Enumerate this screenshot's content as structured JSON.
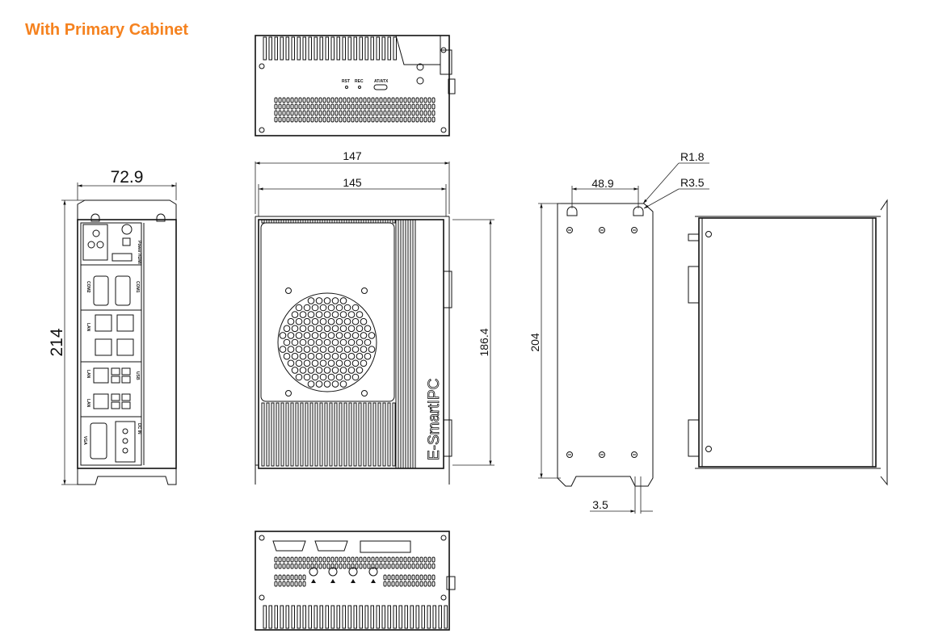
{
  "heading": "With Primary Cabinet",
  "colors": {
    "heading": "#f5821f",
    "line": "#111111"
  },
  "brand_text": "E-SmartIPC",
  "dimensions": {
    "d_147": "147",
    "d_145": "145",
    "d_186_4": "186.4",
    "d_72_9": "72.9",
    "d_214": "214",
    "d_48_9": "48.9",
    "d_204": "204",
    "d_3_5": "3.5",
    "r_1_8": "R1.8",
    "r_3_5": "R3.5"
  },
  "panel_labels": {
    "rst": "RST",
    "rec": "REC",
    "at_atx": "AT/ATX",
    "dc_in": "DC IN",
    "vga": "VGA",
    "hdmi": "HDMI",
    "com1": "COM1",
    "com2": "COM2",
    "lan": "LAN",
    "usb": "USB",
    "power": "Power"
  }
}
